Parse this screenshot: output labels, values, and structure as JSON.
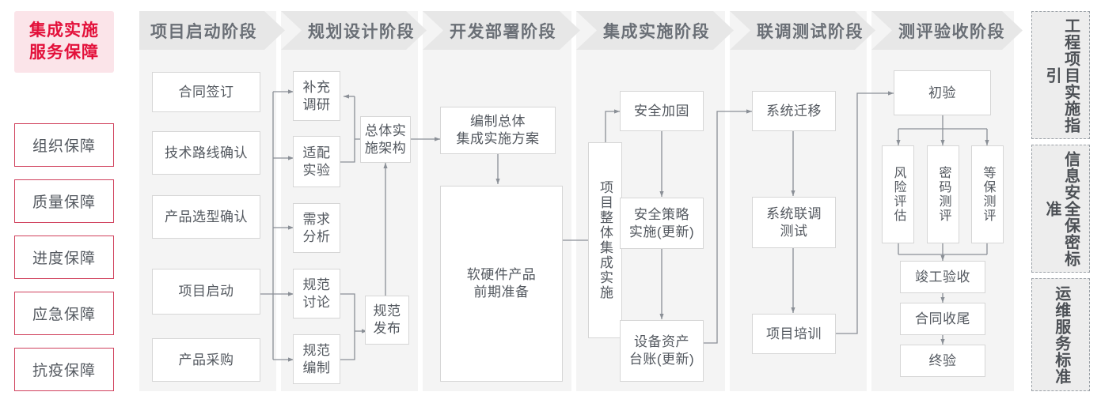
{
  "colors": {
    "accent_red": "#e3103a",
    "title_bg": "#fbe4e9",
    "guard_border": "#d0405c",
    "phase_header_bg": "#e7e7e7",
    "phase_body_bg": "#f4f4f4",
    "node_border": "#d6d6d6",
    "connector": "#8a8f96",
    "text": "#53585f",
    "rail_bg": "#ededed",
    "rail_border": "#9aa0a6"
  },
  "left_column": {
    "title": "集成实施\n服务保障",
    "title_line1": "集成实施",
    "title_line2": "服务保障",
    "items": [
      {
        "label": "组织保障"
      },
      {
        "label": "质量保障"
      },
      {
        "label": "进度保障"
      },
      {
        "label": "应急保障"
      },
      {
        "label": "抗疫保障"
      }
    ]
  },
  "phases": [
    {
      "id": "phase-startup",
      "header": "项目启动阶段",
      "nodes": [
        {
          "id": "contract-signing",
          "label": "合同签订"
        },
        {
          "id": "tech-route-confirm",
          "label": "技术路线确认"
        },
        {
          "id": "product-selection-confirm",
          "label": "产品选型确认"
        },
        {
          "id": "project-kickoff",
          "label": "项目启动"
        },
        {
          "id": "product-procurement",
          "label": "产品采购"
        }
      ]
    },
    {
      "id": "phase-planning",
      "header": "规划设计阶段",
      "nodes": [
        {
          "id": "supplementary-research",
          "label": "补充\n调研",
          "line1": "补充",
          "line2": "调研"
        },
        {
          "id": "adaptation-experiment",
          "label": "适配\n实验",
          "line1": "适配",
          "line2": "实验"
        },
        {
          "id": "requirement-analysis",
          "label": "需求\n分析",
          "line1": "需求",
          "line2": "分析"
        },
        {
          "id": "spec-discussion",
          "label": "规范\n讨论",
          "line1": "规范",
          "line2": "讨论"
        },
        {
          "id": "spec-drafting",
          "label": "规范\n编制",
          "line1": "规范",
          "line2": "编制"
        },
        {
          "id": "overall-architecture",
          "label": "总体实\n施架构",
          "line1": "总体实",
          "line2": "施架构"
        },
        {
          "id": "spec-release",
          "label": "规范\n发布",
          "line1": "规范",
          "line2": "发布"
        }
      ]
    },
    {
      "id": "phase-development",
      "header": "开发部署阶段",
      "nodes": [
        {
          "id": "overall-integration-plan",
          "label": "编制总体\n集成实施方案",
          "line1": "编制总体",
          "line2": "集成实施方案"
        },
        {
          "id": "hw-sw-preparation",
          "label": "软硬件产品\n前期准备",
          "line1": "软硬件产品",
          "line2": "前期准备"
        }
      ]
    },
    {
      "id": "phase-integration",
      "header": "集成实施阶段",
      "nodes": [
        {
          "id": "overall-project-integration",
          "label": "项目整体集成实施"
        },
        {
          "id": "security-hardening",
          "label": "安全加固"
        },
        {
          "id": "security-policy-update",
          "label": "安全策略\n实施(更新)",
          "line1": "安全策略",
          "line2": "实施(更新)"
        },
        {
          "id": "asset-ledger-update",
          "label": "设备资产\n台账(更新)",
          "line1": "设备资产",
          "line2": "台账(更新)"
        }
      ]
    },
    {
      "id": "phase-joint-test",
      "header": "联调测试阶段",
      "nodes": [
        {
          "id": "system-migration",
          "label": "系统迁移"
        },
        {
          "id": "system-joint-test",
          "label": "系统联调\n测试",
          "line1": "系统联调",
          "line2": "测试"
        },
        {
          "id": "project-training",
          "label": "项目培训"
        }
      ]
    },
    {
      "id": "phase-acceptance",
      "header": "测评验收阶段",
      "nodes": [
        {
          "id": "preliminary-acceptance",
          "label": "初验"
        },
        {
          "id": "risk-assessment",
          "label": "风险评估"
        },
        {
          "id": "crypto-evaluation",
          "label": "密码测评"
        },
        {
          "id": "mlps-evaluation",
          "label": "等保测评"
        },
        {
          "id": "completion-acceptance",
          "label": "竣工验收"
        },
        {
          "id": "contract-closeout",
          "label": "合同收尾"
        },
        {
          "id": "final-acceptance",
          "label": "终验"
        }
      ]
    }
  ],
  "right_rail": {
    "panels": [
      {
        "id": "engineering-guide",
        "label": "工程项目实施指引"
      },
      {
        "id": "infosec-standard",
        "label": "信息安全保密标准"
      },
      {
        "id": "ops-service-standard",
        "label": "运维服务标准"
      }
    ]
  }
}
